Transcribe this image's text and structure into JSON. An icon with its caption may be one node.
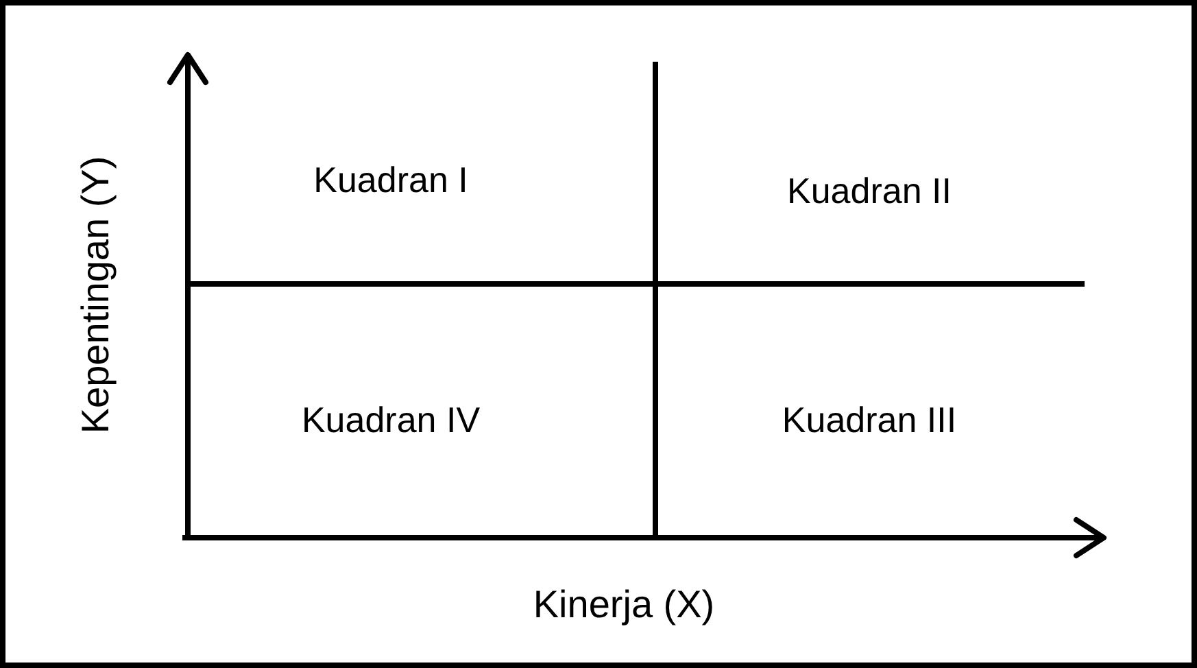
{
  "diagram": {
    "labels": [
      "Kepentingan (Y)",
      "Kuadran I",
      "Kuadran II",
      "Kuadran IV",
      "Kuadran III",
      "Kinerja (X)"
    ]
  }
}
